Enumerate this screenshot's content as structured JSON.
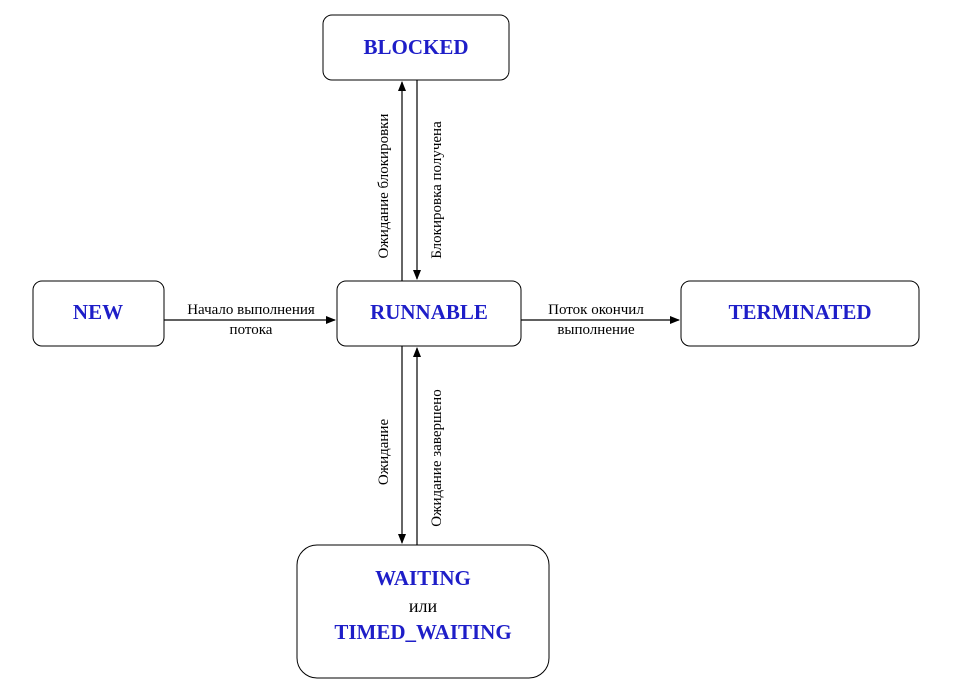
{
  "nodes": {
    "blocked": "BLOCKED",
    "new": "NEW",
    "runnable": "RUNNABLE",
    "terminated": "TERMINATED",
    "waiting": "WAITING",
    "waiting_or": "или",
    "timed_waiting": "TIMED_WAITING"
  },
  "edges": {
    "new_to_runnable_line1": "Начало выполнения",
    "new_to_runnable_line2": "потока",
    "runnable_to_terminated_line1": "Поток окончил",
    "runnable_to_terminated_line2": "выполнение",
    "runnable_to_blocked": "Ожидание блокировки",
    "blocked_to_runnable": "Блокировка получена",
    "runnable_to_waiting": "Ожидание",
    "waiting_to_runnable": "Ожидание завершено"
  },
  "colors": {
    "state_text": "#1e1ec8",
    "line": "#000000"
  }
}
